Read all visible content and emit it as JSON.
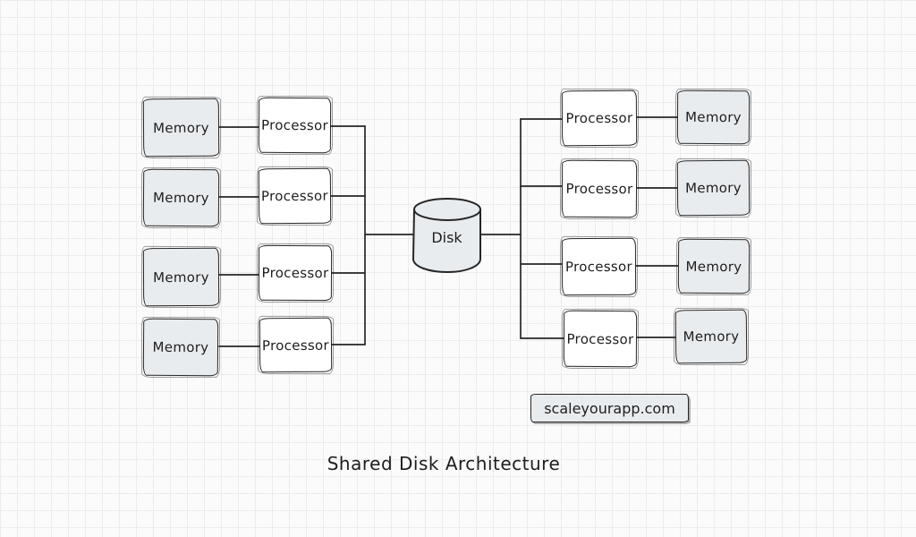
{
  "diagram": {
    "title": "Shared Disk Architecture",
    "watermark": "scaleyourapp.com",
    "disk_label": "Disk"
  },
  "left_pairs": [
    {
      "memory": "Memory",
      "processor": "Processor"
    },
    {
      "memory": "Memory",
      "processor": "Processor"
    },
    {
      "memory": "Memory",
      "processor": "Processor"
    },
    {
      "memory": "Memory",
      "processor": "Processor"
    }
  ],
  "right_pairs": [
    {
      "processor": "Processor",
      "memory": "Memory"
    },
    {
      "processor": "Processor",
      "memory": "Memory"
    },
    {
      "processor": "Processor",
      "memory": "Memory"
    },
    {
      "processor": "Processor",
      "memory": "Memory"
    }
  ],
  "colors": {
    "stroke": "#262626",
    "node_fill_memory": "#e9ecef",
    "node_fill_processor": "#ffffff",
    "disk_fill": "#e9ecef",
    "grid_line": "#ececec",
    "background": "#fbfbfb",
    "text": "#1e1e1e"
  }
}
